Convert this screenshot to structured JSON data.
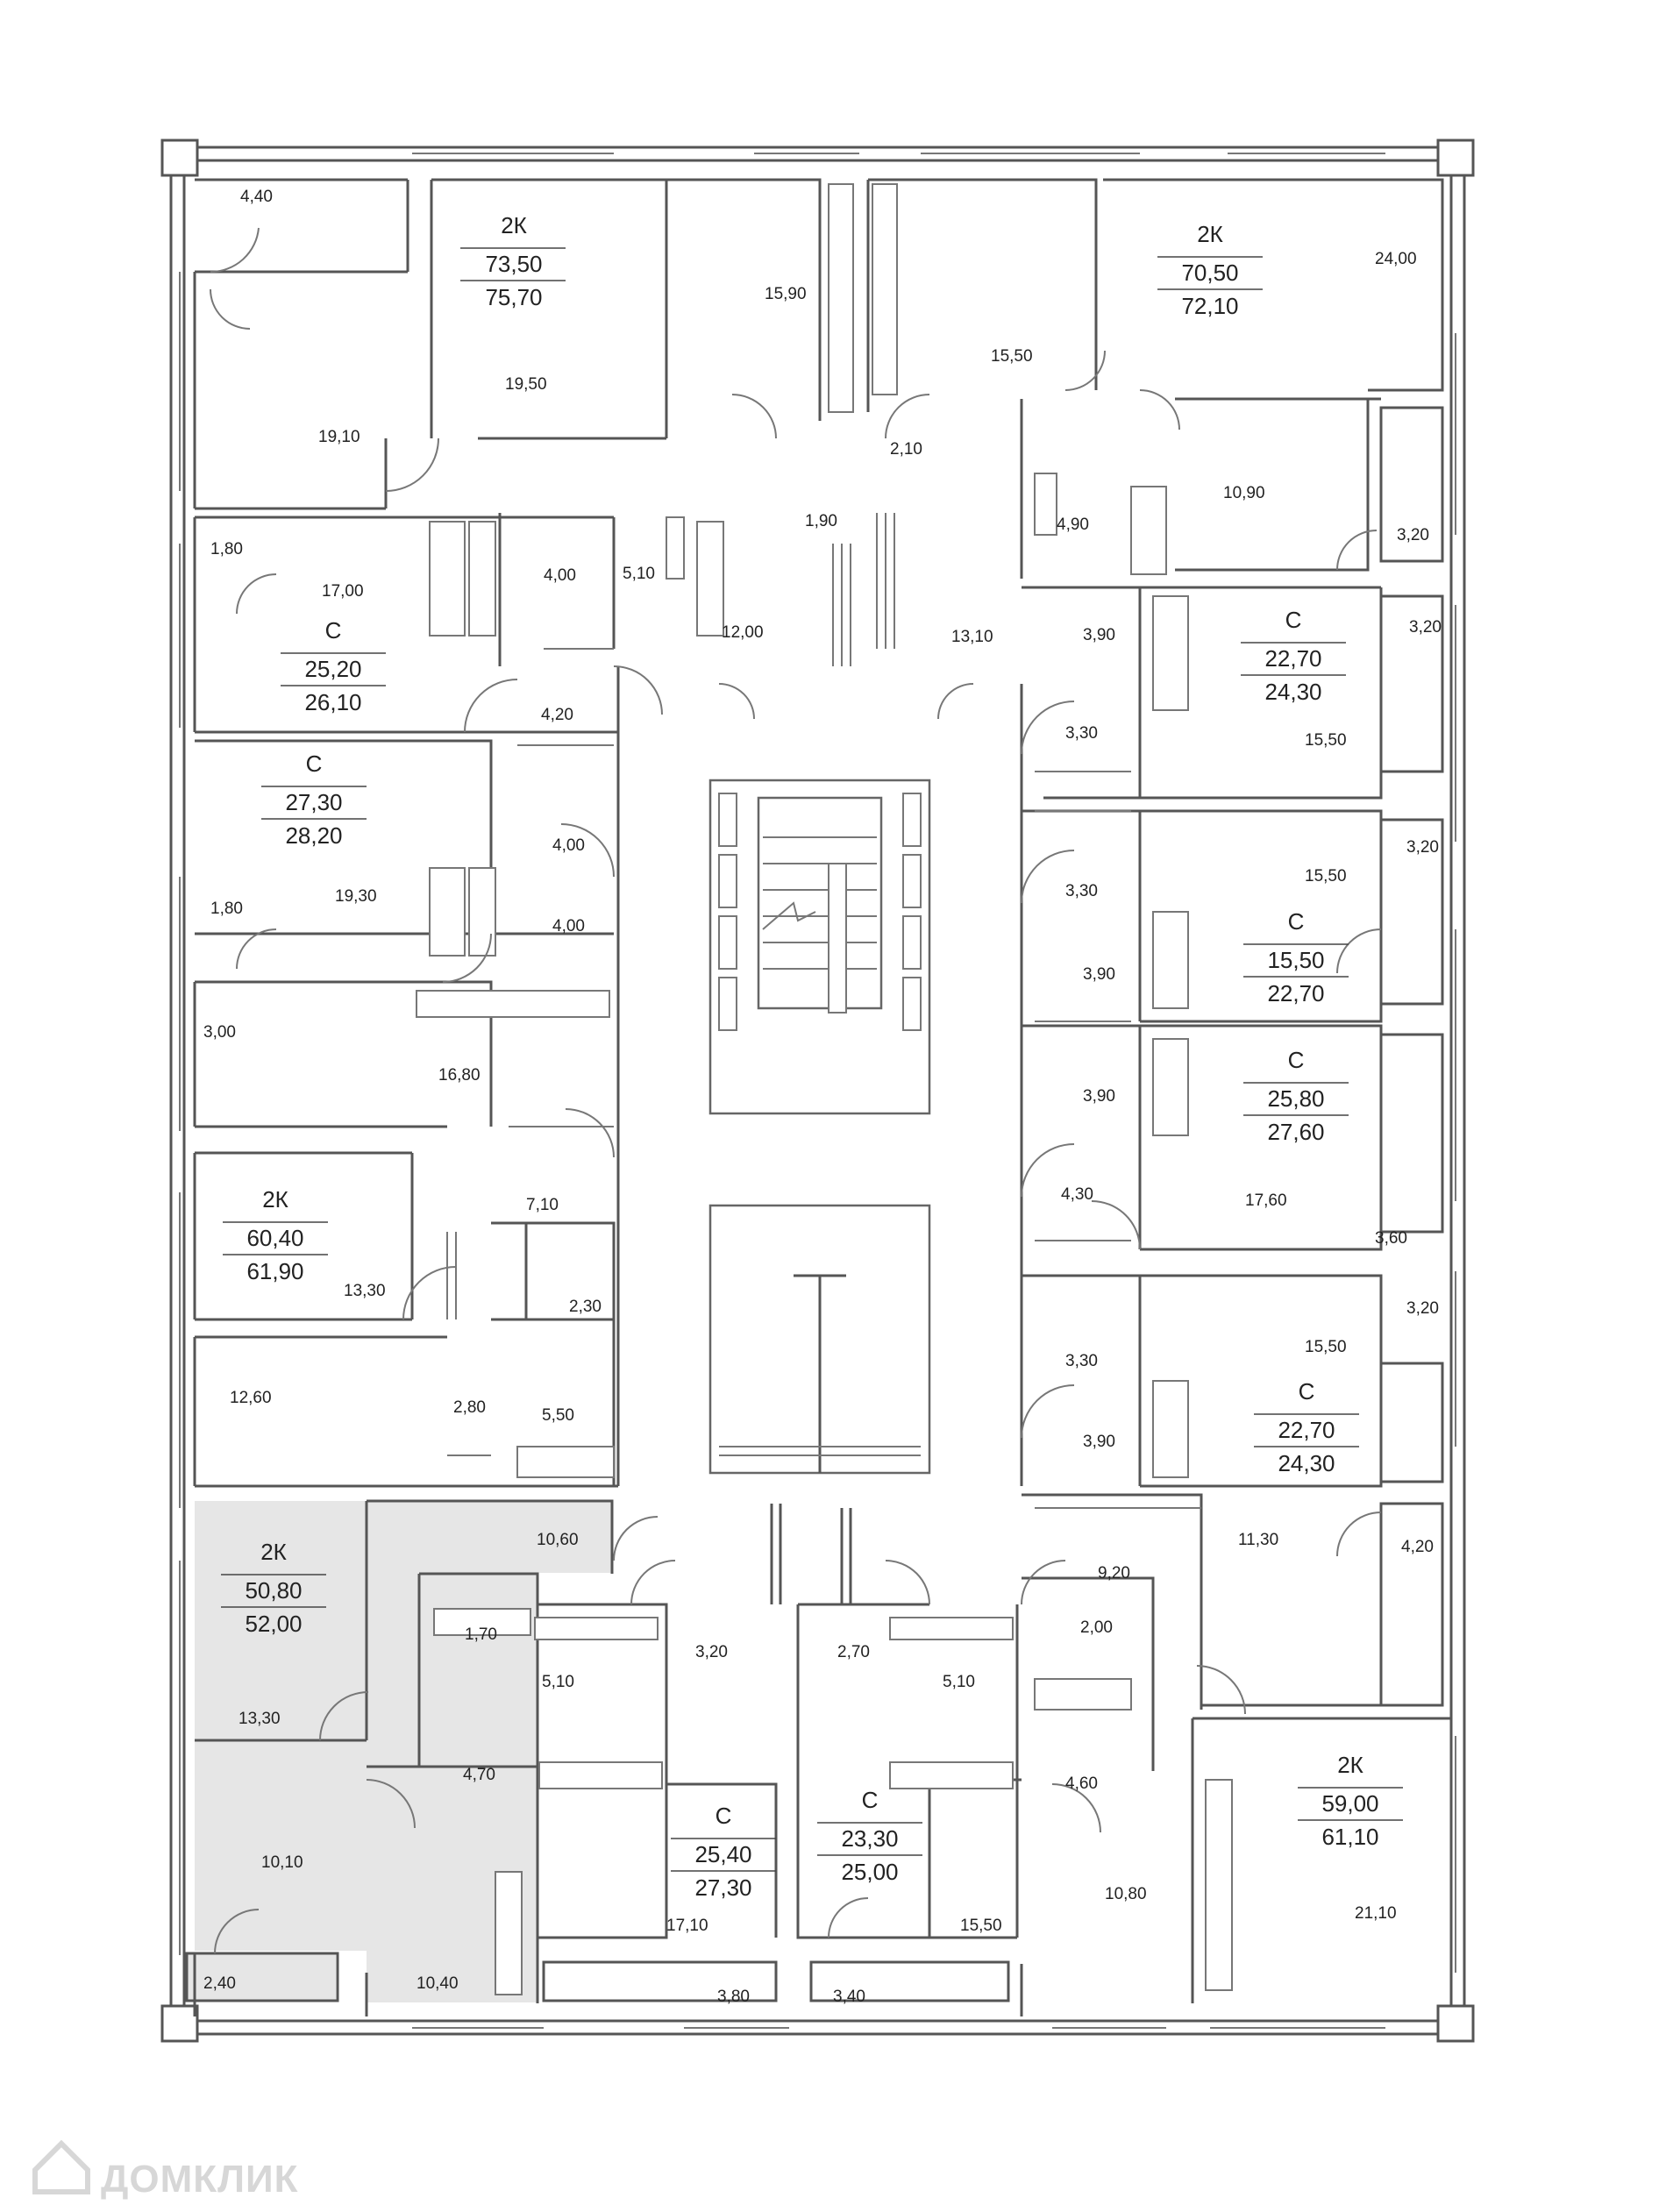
{
  "colors": {
    "highlight": "#e6e6e6",
    "wall": "#555555",
    "watermark": "#d7d7d7"
  },
  "watermark": {
    "logo_text": "ДОМКЛИК"
  },
  "apartments": [
    {
      "id": "a1",
      "type": "2К",
      "living": "73,50",
      "total": "75,70"
    },
    {
      "id": "a2",
      "type": "2К",
      "living": "70,50",
      "total": "72,10"
    },
    {
      "id": "a3",
      "type": "С",
      "living": "25,20",
      "total": "26,10"
    },
    {
      "id": "a4",
      "type": "С",
      "living": "22,70",
      "total": "24,30"
    },
    {
      "id": "a5",
      "type": "С",
      "living": "27,30",
      "total": "28,20"
    },
    {
      "id": "a6",
      "type": "С",
      "living": "15,50",
      "total": "22,70"
    },
    {
      "id": "a7",
      "type": "С",
      "living": "25,80",
      "total": "27,60"
    },
    {
      "id": "a8",
      "type": "2К",
      "living": "60,40",
      "total": "61,90"
    },
    {
      "id": "a9",
      "type": "С",
      "living": "22,70",
      "total": "24,30"
    },
    {
      "id": "a10",
      "type": "2К",
      "living": "50,80",
      "total": "52,00"
    },
    {
      "id": "a11",
      "type": "С",
      "living": "25,40",
      "total": "27,30"
    },
    {
      "id": "a12",
      "type": "С",
      "living": "23,30",
      "total": "25,00"
    },
    {
      "id": "a13",
      "type": "2К",
      "living": "59,00",
      "total": "61,10"
    }
  ],
  "room_areas": [
    "4,40",
    "19,10",
    "19,50",
    "15,90",
    "15,50",
    "24,00",
    "2,10",
    "1,90",
    "1,80",
    "17,00",
    "4,00",
    "5,10",
    "12,00",
    "13,10",
    "4,90",
    "10,90",
    "3,20",
    "3,20",
    "3,90",
    "4,20",
    "3,30",
    "15,50",
    "1,80",
    "19,30",
    "4,00",
    "4,00",
    "3,30",
    "3,20",
    "15,50",
    "3,90",
    "3,00",
    "16,80",
    "3,90",
    "7,10",
    "4,30",
    "17,60",
    "3,60",
    "13,30",
    "2,30",
    "3,20",
    "15,50",
    "3,30",
    "12,60",
    "2,80",
    "5,50",
    "3,90",
    "10,60",
    "9,20",
    "11,30",
    "4,20",
    "13,30",
    "1,70",
    "5,10",
    "3,20",
    "2,70",
    "5,10",
    "2,00",
    "4,70",
    "4,60",
    "10,80",
    "21,10",
    "10,10",
    "17,10",
    "15,50",
    "2,40",
    "10,40",
    "3,80",
    "3,40"
  ]
}
